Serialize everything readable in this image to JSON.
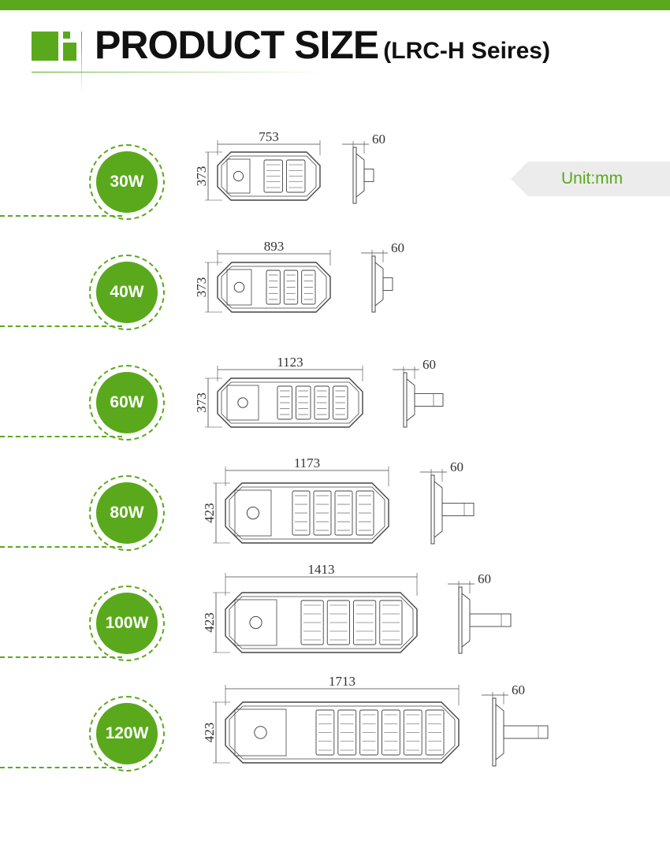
{
  "header": {
    "title": "PRODUCT SIZE",
    "subtitle": "(LRC-H Seires)"
  },
  "unit_label": "Unit:mm",
  "colors": {
    "accent": "#5aa91c",
    "unit_bg": "#ececec",
    "line": "#444444"
  },
  "products": [
    {
      "power": "30W",
      "length": "753",
      "width": "373",
      "depth": "60"
    },
    {
      "power": "40W",
      "length": "893",
      "width": "373",
      "depth": "60"
    },
    {
      "power": "60W",
      "length": "1123",
      "width": "373",
      "depth": "60"
    },
    {
      "power": "80W",
      "length": "1173",
      "width": "423",
      "depth": "60"
    },
    {
      "power": "100W",
      "length": "1413",
      "width": "423",
      "depth": "60"
    },
    {
      "power": "120W",
      "length": "1713",
      "width": "423",
      "depth": "60"
    }
  ]
}
